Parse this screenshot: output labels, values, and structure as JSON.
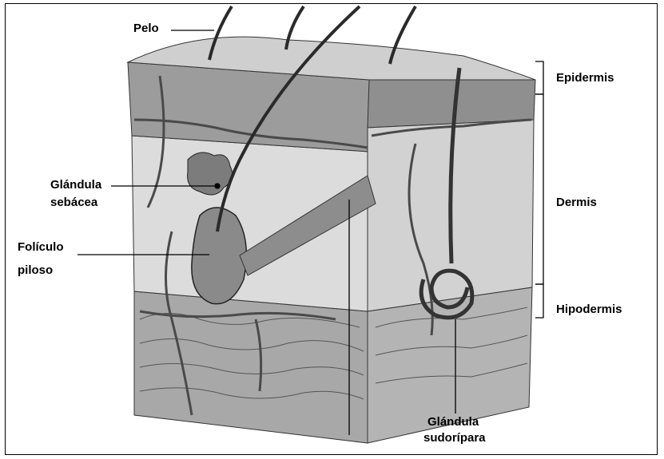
{
  "labels": {
    "pelo": "Pelo",
    "glandula_sebacea_1": "Glándula",
    "glandula_sebacea_2": "sebácea",
    "foliculo_1": "Folículo",
    "foliculo_2": "piloso",
    "epidermis": "Epidermis",
    "dermis": "Dermis",
    "hipodermis": "Hipodermis",
    "glandula_sudoripara_1": "Glándula",
    "glandula_sudoripara_2": "sudorípara"
  },
  "colors": {
    "outline": "#000000",
    "epidermis_fill": "#9a9a9a",
    "dermis_fill": "#d9d9d9",
    "hipodermis_fill": "#a8a8a8",
    "side_fill": "#bdbdbd"
  }
}
